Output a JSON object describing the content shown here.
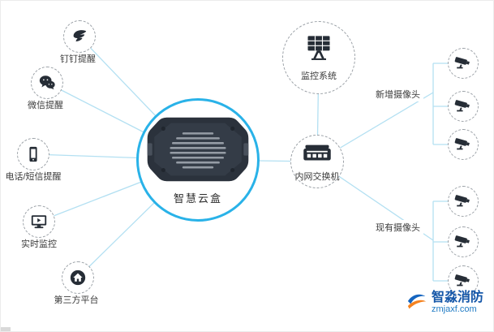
{
  "diagram": {
    "center": {
      "label": "智慧云盒",
      "icon": "cloud-box-device-icon"
    },
    "left_nodes": [
      {
        "id": "dingtalk",
        "label": "钉钉提醒",
        "icon": "dingtalk-icon"
      },
      {
        "id": "wechat",
        "label": "微信提醒",
        "icon": "wechat-icon"
      },
      {
        "id": "phone-sms",
        "label": "电话/短信提醒",
        "icon": "phone-icon"
      },
      {
        "id": "live-monitor",
        "label": "实时监控",
        "icon": "monitor-icon"
      },
      {
        "id": "third-party",
        "label": "第三方平台",
        "icon": "platform-icon"
      }
    ],
    "monitoring_system": {
      "label": "监控系统",
      "icon": "solar-panel-icon"
    },
    "switch": {
      "label": "内网交换机",
      "icon": "network-switch-icon"
    },
    "camera_groups": [
      {
        "label": "新增摄像头",
        "camera_count": 3,
        "icon": "cctv-camera-icon"
      },
      {
        "label": "现有摄像头",
        "camera_count": 3,
        "icon": "cctv-camera-icon"
      }
    ]
  },
  "logo": {
    "title": "智淼消防",
    "url": "zmjaxf.com"
  },
  "colors": {
    "line": "#b3e0f2",
    "accent": "#29b2e8",
    "icon_dark": "#262d36",
    "logo_blue": "#1456a8",
    "logo_orange": "#f5821f"
  }
}
